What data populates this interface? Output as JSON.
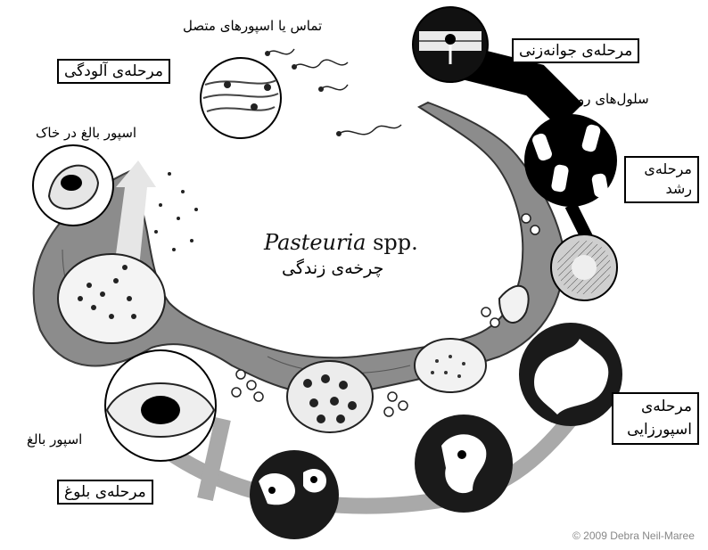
{
  "diagram": {
    "title_genus": "Pasteuria",
    "title_suffix": " spp.",
    "subtitle": "چرخه‌ی زندگی",
    "labels": {
      "infection_stage": "مرحله‌ی آلودگی",
      "attached_spores": "تماس یا اسپورهای متصل",
      "germination_stage": "مرحله‌ی جوانه‌زنی",
      "vegetative_cells": "سلول‌های رویشی",
      "growth_stage": "مرحله‌ی رشد",
      "sporulation_stage": "مرحله‌ی اسپورزایی",
      "mature_spore": "اسپور بالغ",
      "maturation_stage": "مرحله‌ی بلوغ",
      "mature_spore_in_soil": "اسپور بالغ در خاک"
    },
    "copyright": "© 2009 Debra Neil-Maree"
  }
}
